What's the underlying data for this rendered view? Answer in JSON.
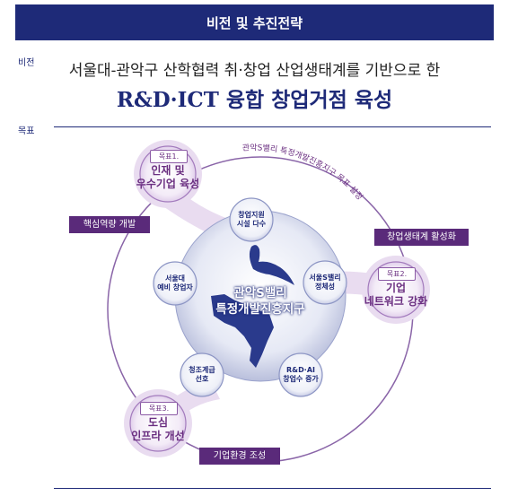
{
  "header": {
    "title": "비전 및 추진전략"
  },
  "labels": {
    "vision": "비전",
    "goal": "목표"
  },
  "vision": {
    "line1": "서울대-관악구 산학협력 취·창업 산업생태계를 기반으로 한",
    "line2": "R&D·ICT 융합 창업거점 육성"
  },
  "center": {
    "line1": "관악S밸리",
    "line2": "특정개발진흥지구"
  },
  "arc_caption": "관악S밸리 특정개발진흥지구 목표 설정",
  "nodes": [
    {
      "line1": "창업지원",
      "line2": "시설 다수"
    },
    {
      "line1": "서울S밸리",
      "line2": "정체성"
    },
    {
      "line1": "R&D·AI",
      "line2": "창업수 증가"
    },
    {
      "line1": "청조계급",
      "line2": "선호"
    },
    {
      "line1": "서울대",
      "line2": "예비 창업자"
    }
  ],
  "goals": [
    {
      "tag": "목표1.",
      "line1": "인재 및",
      "line2": "우수기업 육성"
    },
    {
      "tag": "목표2.",
      "line1": "기업",
      "line2": "네트워크 강화"
    },
    {
      "tag": "목표3.",
      "line1": "도심",
      "line2": "인프라 개선"
    }
  ],
  "strategies": [
    {
      "label": "핵심역량 개발"
    },
    {
      "label": "창업생태계 활성화"
    },
    {
      "label": "기업환경 조성"
    }
  ],
  "colors": {
    "navy": "#1e2a78",
    "purple": "#5a2a7a",
    "lavender": "#e9dcf0"
  }
}
